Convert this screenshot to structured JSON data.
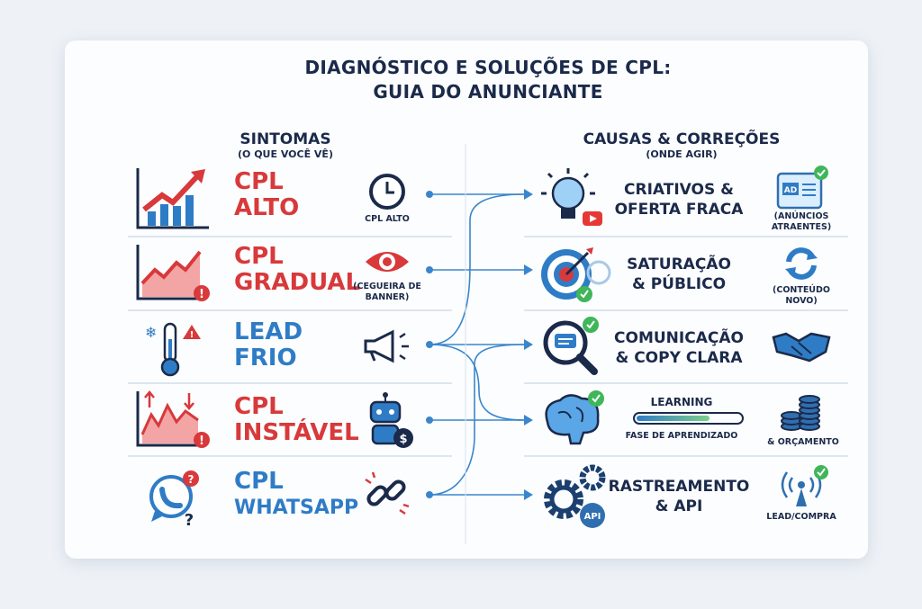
{
  "title": {
    "line1": "DIAGNÓSTICO E SOLUÇÕES DE CPL:",
    "line2": "GUIA DO ANUNCIANTE"
  },
  "left_header": {
    "title": "SINTOMAS",
    "subtitle": "(O QUE VOCÊ VÊ)"
  },
  "right_header": {
    "title": "CAUSAS & CORREÇÕES",
    "subtitle": "(ONDE AGIR)"
  },
  "symptoms": [
    {
      "line1": "CPL",
      "line2": "ALTO",
      "color": "#d8393b",
      "icon": "rising-bar-chart-icon",
      "sub_icon": "clock-icon",
      "sub": "CPL ALTO"
    },
    {
      "line1": "CPL",
      "line2": "GRADUAL",
      "color": "#d8393b",
      "icon": "rising-area-chart-icon",
      "sub_icon": "eye-icon",
      "sub": "(CEGUEIRA DE BANNER)"
    },
    {
      "line1": "LEAD",
      "line2": "FRIO",
      "color": "#2f7cc6",
      "icon": "thermometer-icon",
      "sub_icon": "megaphone-icon",
      "sub": ""
    },
    {
      "line1": "CPL",
      "line2": "INSTÁVEL",
      "color": "#d8393b",
      "icon": "volatile-chart-icon",
      "sub_icon": "robot-icon",
      "sub": ""
    },
    {
      "line1": "CPL",
      "line2": "WHATSAPP",
      "color": "#2f7cc6",
      "icon": "whatsapp-icon",
      "sub_icon": "broken-link-icon",
      "sub": ""
    }
  ],
  "causes": [
    {
      "line1": "CRIATIVOS &",
      "line2": "OFERTA FRACA",
      "icon": "lightbulb-icon",
      "sub_icon": "ad-window-icon",
      "sub": "(ANÚNCIOS ATRAENTES)",
      "badge": "AD"
    },
    {
      "line1": "SATURAÇÃO",
      "line2": "& PÚBLICO",
      "icon": "target-icon",
      "sub_icon": "refresh-icon",
      "sub": "(CONTEÚDO NOVO)"
    },
    {
      "line1": "COMUNICAÇÃO",
      "line2": "& COPY CLARA",
      "icon": "magnifier-chat-icon",
      "sub_icon": "handshake-icon",
      "sub": ""
    },
    {
      "learning": "LEARNING",
      "progress": 0.7,
      "phase": "FASE DE APRENDIZADO",
      "icon": "brain-icon",
      "sub_icon": "coins-icon",
      "sub": "& ORÇAMENTO"
    },
    {
      "line1": "RASTREAMENTO",
      "line2": "& API",
      "icon": "gears-icon",
      "sub_icon": "signal-tower-icon",
      "sub": "LEAD/COMPRA",
      "badge": "API"
    }
  ],
  "colors": {
    "red": "#d8393b",
    "blue": "#2f7cc6",
    "navy": "#1b2a4a",
    "green": "#3fb65a"
  }
}
